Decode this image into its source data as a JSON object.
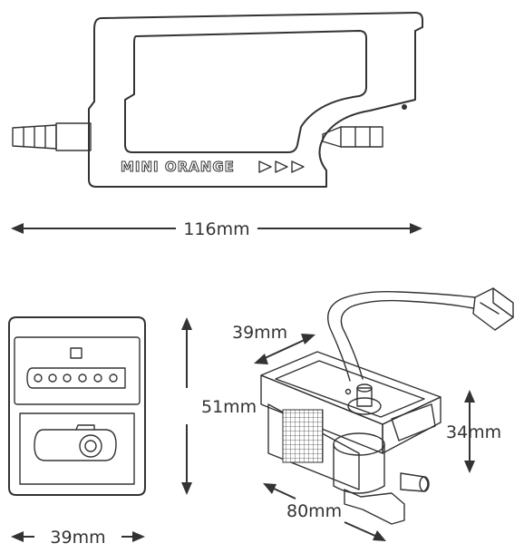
{
  "top_view": {
    "brand_label": "MINI ORANGE",
    "width_label": "116mm"
  },
  "front_view": {
    "height_label": "51mm",
    "width_label": "39mm"
  },
  "iso_view": {
    "depth_label": "39mm",
    "height_label": "34mm",
    "length_label": "80mm"
  }
}
